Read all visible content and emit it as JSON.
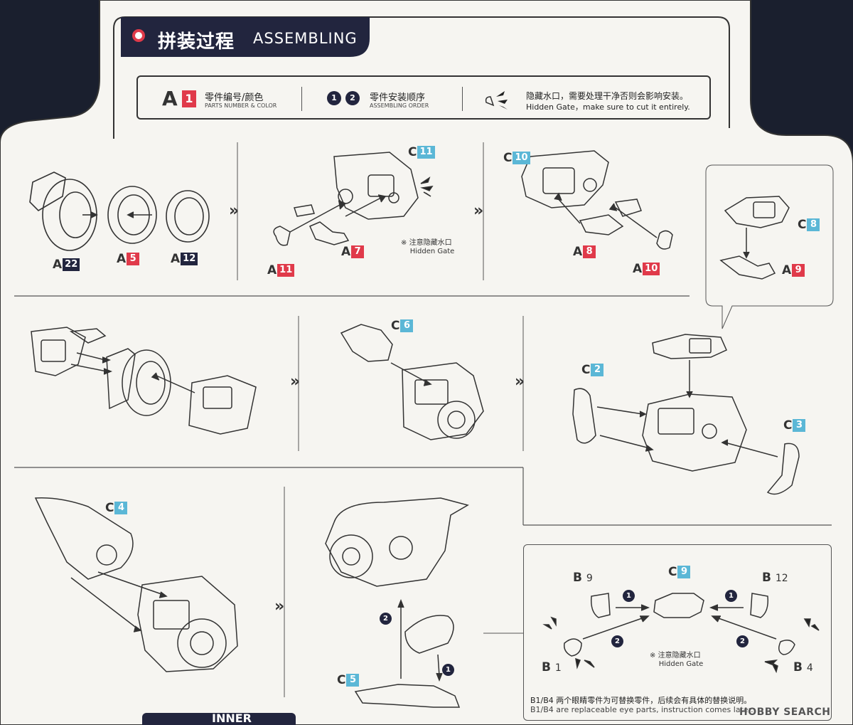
{
  "header": {
    "title_cn": "拼装过程",
    "title_en": "ASSEMBLING"
  },
  "legend": {
    "part_letter": "A",
    "part_number": "1",
    "part_cn": "零件编号/颜色",
    "part_en": "PARTS NUMBER & COLOR",
    "order_1": "1",
    "order_2": "2",
    "order_cn": "零件安装顺序",
    "order_en": "ASSEMBLING ORDER",
    "gate_cn": "隐藏水口，需要处理干净否则会影响安装。",
    "gate_en": "Hidden Gate，make sure to cut it entirely."
  },
  "step1": {
    "parts": [
      {
        "letter": "A",
        "num": "22",
        "color": "navy"
      },
      {
        "letter": "A",
        "num": "5",
        "color": "red"
      },
      {
        "letter": "A",
        "num": "12",
        "color": "navy"
      }
    ]
  },
  "step2": {
    "parts": [
      {
        "letter": "C",
        "num": "11",
        "color": "blue"
      },
      {
        "letter": "A",
        "num": "7",
        "color": "red"
      },
      {
        "letter": "A",
        "num": "11",
        "color": "red"
      }
    ],
    "note_cn": "注意隐藏水口",
    "note_en": "Hidden Gate",
    "note_mark": "※"
  },
  "step3": {
    "parts": [
      {
        "letter": "C",
        "num": "10",
        "color": "blue"
      },
      {
        "letter": "A",
        "num": "8",
        "color": "red"
      },
      {
        "letter": "A",
        "num": "10",
        "color": "red"
      }
    ]
  },
  "step_side": {
    "parts": [
      {
        "letter": "C",
        "num": "8",
        "color": "blue"
      },
      {
        "letter": "A",
        "num": "9",
        "color": "red"
      }
    ]
  },
  "step5": {
    "parts": [
      {
        "letter": "C",
        "num": "6",
        "color": "blue"
      }
    ]
  },
  "step6": {
    "parts": [
      {
        "letter": "C",
        "num": "2",
        "color": "blue"
      },
      {
        "letter": "C",
        "num": "3",
        "color": "blue"
      }
    ]
  },
  "step7": {
    "parts": [
      {
        "letter": "C",
        "num": "4",
        "color": "blue"
      }
    ]
  },
  "step8": {
    "parts": [
      {
        "letter": "C",
        "num": "5",
        "color": "blue"
      }
    ],
    "order_1": "1",
    "order_2": "2"
  },
  "eyes": {
    "parts": [
      {
        "letter": "B",
        "num": "9"
      },
      {
        "letter": "C",
        "num": "9",
        "color": "blue"
      },
      {
        "letter": "B",
        "num": "12"
      },
      {
        "letter": "B",
        "num": "1"
      },
      {
        "letter": "B",
        "num": "4"
      }
    ],
    "order_1": "1",
    "order_2": "2",
    "note_cn": "注意隐藏水口",
    "note_en": "Hidden Gate",
    "note_mark": "※",
    "replace_cn": "B1/B4 两个眼睛零件为可替换零件，后续会有具体的替换说明。",
    "replace_en": "B1/B4 are replaceable eye parts, instruction comes later."
  },
  "next_arrow": "»",
  "bottom_tab": "INNER",
  "watermark": "HOBBY SEARCH"
}
